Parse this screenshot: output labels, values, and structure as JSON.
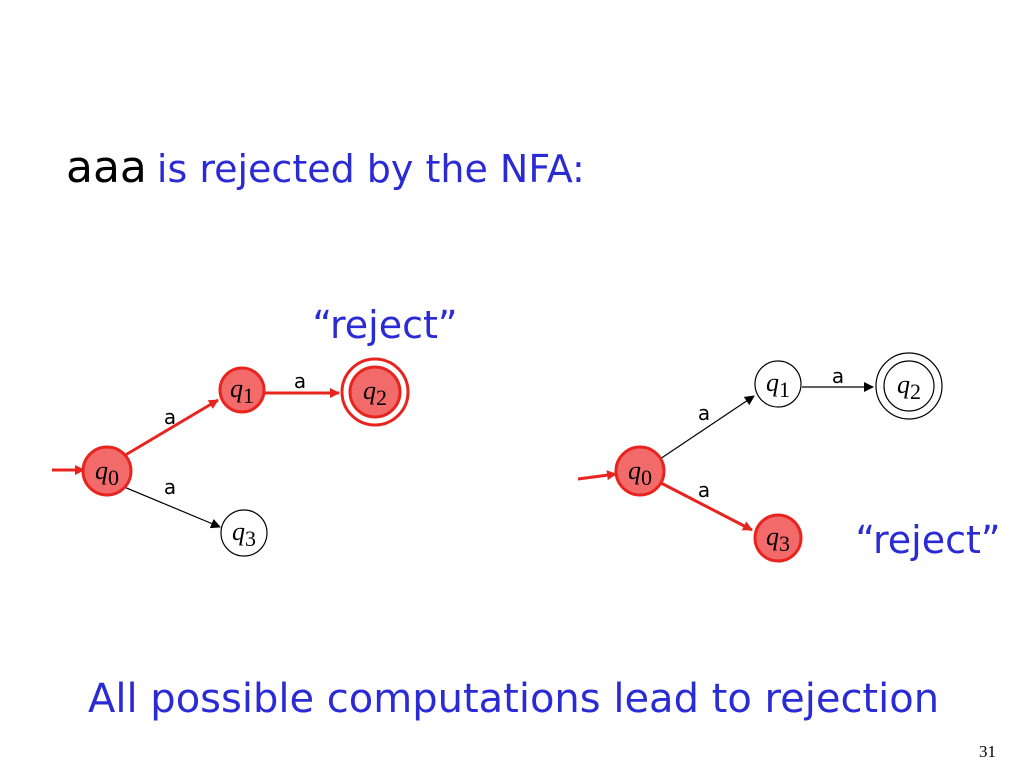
{
  "slide": {
    "title_word": "aaa",
    "title_rest": "is rejected by the NFA:",
    "footer": "All possible computations lead to rejection",
    "page_number": "31"
  },
  "colors": {
    "highlight": "#e8241f",
    "highlight_fill": "#f26a6a",
    "text_blue": "#2b2bd6",
    "normal": "#000000"
  },
  "diagrams": [
    {
      "reject_label": "“reject”",
      "states": [
        {
          "id": "q0",
          "name": "q",
          "sub": "0"
        },
        {
          "id": "q1",
          "name": "q",
          "sub": "1"
        },
        {
          "id": "q2",
          "name": "q",
          "sub": "2"
        },
        {
          "id": "q3",
          "name": "q",
          "sub": "3"
        }
      ],
      "edges": [
        {
          "from": "q0",
          "to": "q1",
          "label": "a"
        },
        {
          "from": "q1",
          "to": "q2",
          "label": "a"
        },
        {
          "from": "q0",
          "to": "q3",
          "label": "a"
        }
      ]
    },
    {
      "reject_label": "“reject”",
      "states": [
        {
          "id": "q0",
          "name": "q",
          "sub": "0"
        },
        {
          "id": "q1",
          "name": "q",
          "sub": "1"
        },
        {
          "id": "q2",
          "name": "q",
          "sub": "2"
        },
        {
          "id": "q3",
          "name": "q",
          "sub": "3"
        }
      ],
      "edges": [
        {
          "from": "q0",
          "to": "q1",
          "label": "a"
        },
        {
          "from": "q1",
          "to": "q2",
          "label": "a"
        },
        {
          "from": "q0",
          "to": "q3",
          "label": "a"
        }
      ]
    }
  ]
}
